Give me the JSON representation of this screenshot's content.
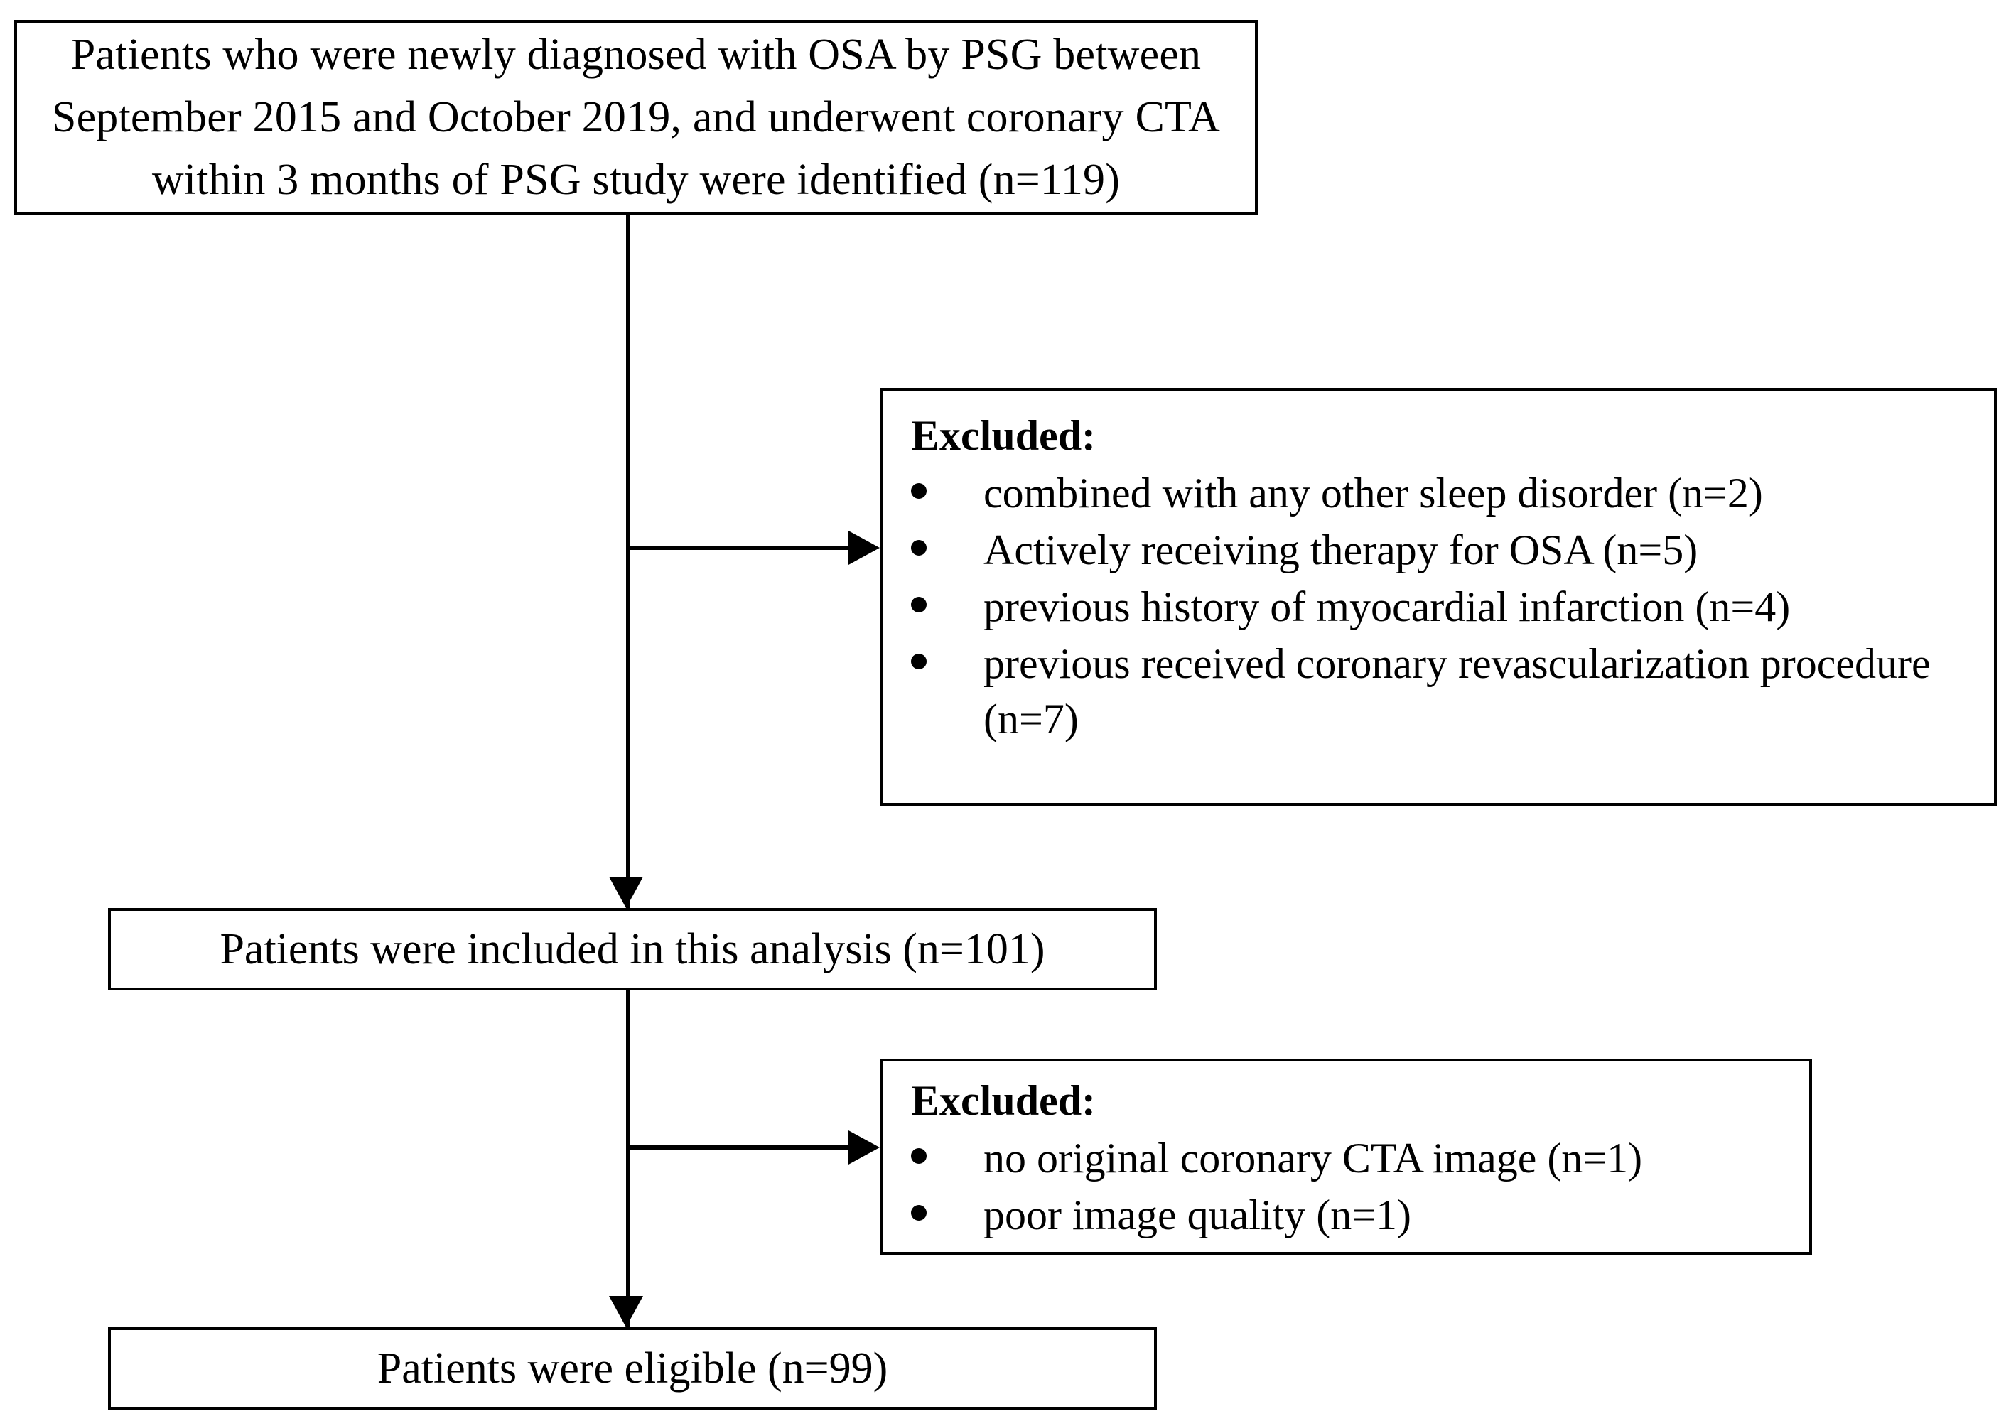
{
  "diagram": {
    "type": "patient-flow-diagram",
    "nodes": {
      "identified": {
        "text": "Patients who were newly diagnosed with OSA by PSG between September 2015 and October 2019, and underwent coronary CTA within 3 months of PSG study were identified (n=119)",
        "n": 119
      },
      "excluded_1": {
        "title": "Excluded:",
        "items": [
          "combined with any other sleep disorder (n=2)",
          "Actively receiving therapy for OSA (n=5)",
          "previous history of myocardial infarction (n=4)",
          "previous received coronary revascularization procedure (n=7)"
        ],
        "counts": [
          2,
          5,
          4,
          7
        ]
      },
      "included": {
        "text": "Patients were included in this analysis (n=101)",
        "n": 101
      },
      "excluded_2": {
        "title": "Excluded:",
        "items": [
          "no original coronary CTA image (n=1)",
          "poor image quality (n=1)"
        ],
        "counts": [
          1,
          1
        ]
      },
      "eligible": {
        "text": "Patients were eligible (n=99)",
        "n": 99
      }
    },
    "colors": {
      "stroke": "#000000",
      "background": "#ffffff",
      "text": "#000000"
    }
  }
}
